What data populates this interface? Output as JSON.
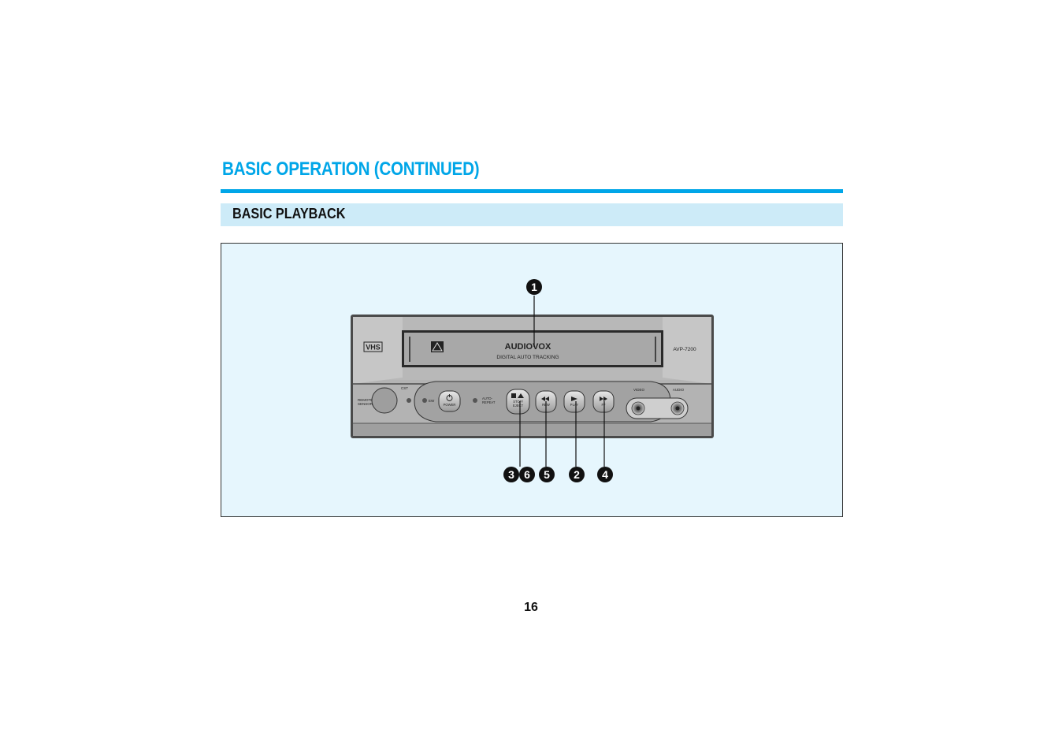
{
  "page": {
    "title": "BASIC OPERATION (CONTINUED)",
    "section": "BASIC PLAYBACK",
    "page_number": "16"
  },
  "colors": {
    "accent": "#00a6e8",
    "section_bg": "#cdebf8",
    "figure_bg": "#e6f6fd",
    "device_body": "#b3b3b3"
  },
  "device": {
    "brand": "AUDIOVOX",
    "tracking": "DIGITAL AUTO TRACKING",
    "model": "AVP-7200",
    "format_logo": "VHS",
    "remote_sensor": [
      "REMOTE",
      "SENSOR"
    ],
    "cst_label": "CST",
    "ew_label": "EW",
    "power_label": "POWER",
    "auto_repeat": [
      "AUTO-",
      "REPEAT"
    ],
    "stop_label": [
      "STOP/",
      "EJECT"
    ],
    "rew_label": "REW",
    "play_label": "PLAY",
    "ff_label": "FF",
    "video_label": "VIDEO",
    "audio_label": "AUDIO"
  },
  "callouts": {
    "c1": "1",
    "c2": "2",
    "c3": "3",
    "c4": "4",
    "c5": "5",
    "c6": "6"
  }
}
